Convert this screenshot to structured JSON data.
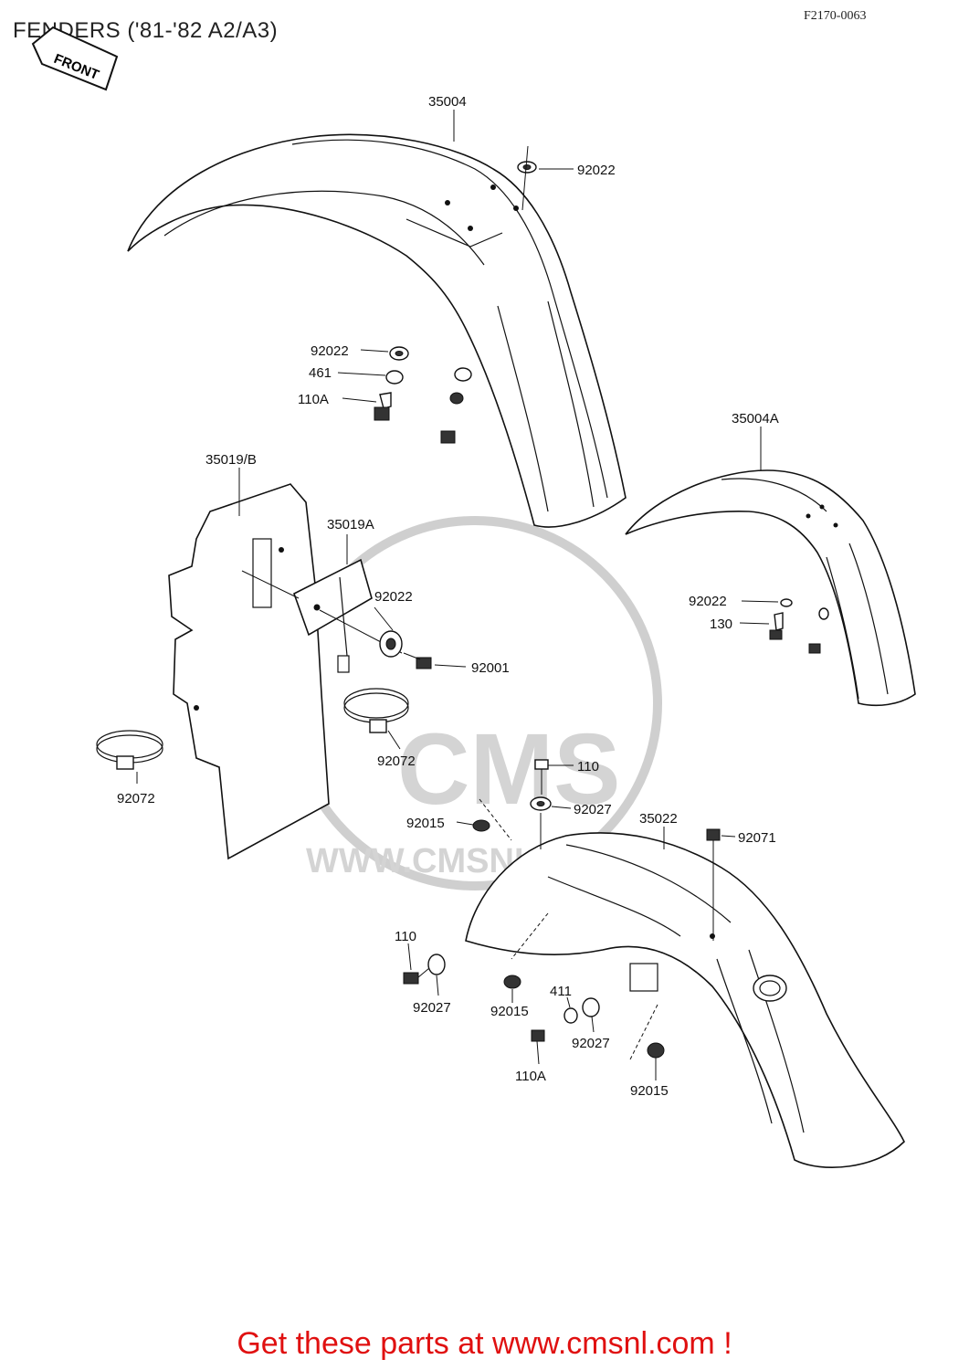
{
  "header": {
    "title": "FENDERS ('81-'82 A2/A3)",
    "figure_code": "F2170-0063",
    "front_arrow": "FRONT"
  },
  "parts": {
    "front_fender": "35004",
    "front_fender_alt": "35004A",
    "flap": "35019/B",
    "flap_bracket": "35019A",
    "rear_fender": "35022",
    "washer_top": "92022",
    "washer_left": "92022",
    "collar_461": "461",
    "bolt_110a_top": "110A",
    "washer_bracket": "92022",
    "bolt_92001": "92001",
    "washer_alt": "92022",
    "bolt_130": "130",
    "clamp_right": "92072",
    "clamp_left": "92072",
    "bolt_110_top": "110",
    "washer_92027_top": "92027",
    "nut_92015_top": "92015",
    "nut_92071": "92071",
    "bolt_110_left": "110",
    "washer_92027_left": "92027",
    "nut_92015_mid": "92015",
    "collar_411": "411",
    "washer_92027_right": "92027",
    "bolt_110a_bottom": "110A",
    "nut_92015_bottom": "92015"
  },
  "watermark": {
    "brand": "CMS",
    "url": "WWW.CMSNL.COM"
  },
  "footer": {
    "text": "Get these parts at www.cmsnl.com !"
  }
}
